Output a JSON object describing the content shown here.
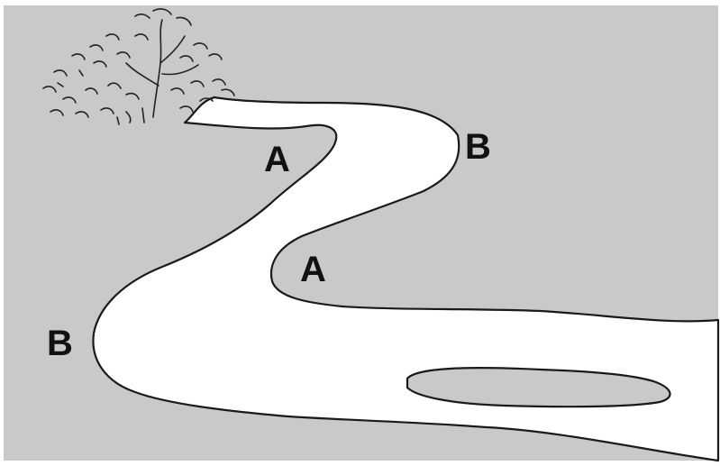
{
  "colors": {
    "land": "#c9c9c9",
    "water": "#ffffff",
    "outline": "#1a1a1a",
    "label": "#111111"
  },
  "icons": {
    "shrub": "shrub-icon"
  },
  "labels": {
    "a_upper": "A",
    "b_upper": "B",
    "a_lower": "A",
    "b_lower": "B"
  }
}
